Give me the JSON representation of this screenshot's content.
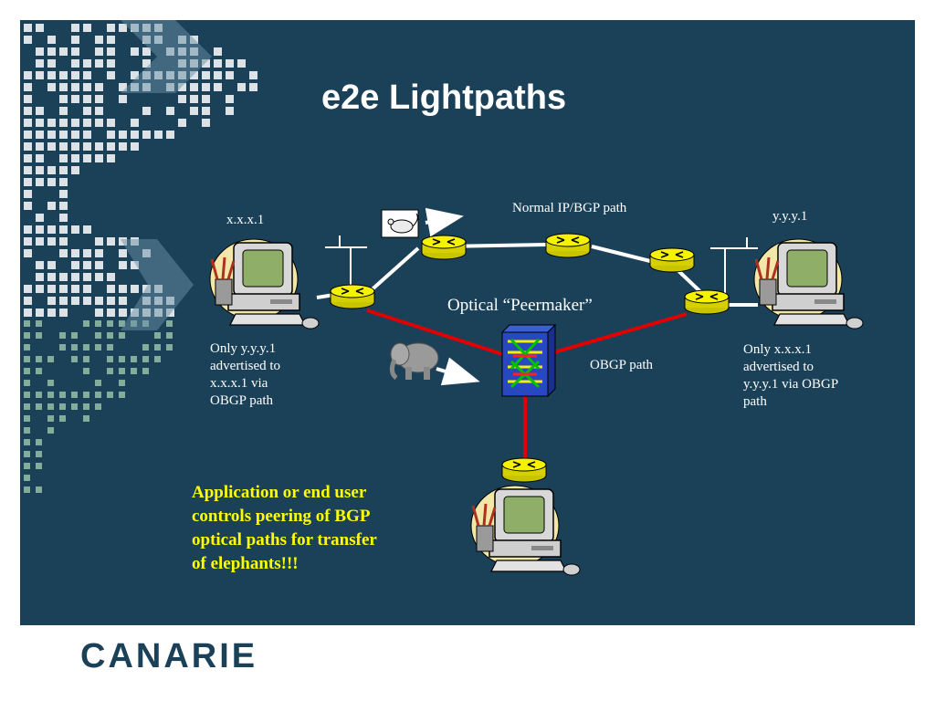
{
  "slide": {
    "title": "e2e Lightpaths",
    "labels": {
      "left_host": "x.x.x.1",
      "right_host": "y.y.y.1",
      "normal_path": "Normal IP/BGP path",
      "peermaker": "Optical “Peermaker”",
      "obgp_path": "OBGP path"
    },
    "left_note": [
      "Only y.y.y.1",
      "advertised to",
      "x.x.x.1 via",
      "OBGP path"
    ],
    "right_note": [
      "Only x.x.x.1",
      "advertised to",
      "y.y.y.1 via OBGP",
      "path"
    ],
    "callout": [
      "Application or end user",
      "controls peering  of BGP",
      "optical paths  for transfer",
      "of elephants!!!"
    ]
  },
  "footer": {
    "logo": "CANARIE"
  },
  "colors": {
    "background": "#1b4159",
    "ip_link": "#ffffff",
    "optical_link": "#e00000",
    "router": "#f5f200",
    "callout": "#ffff00"
  },
  "icons": [
    "router-icon",
    "optical-switch-icon",
    "computer-icon",
    "mouse-animal-icon",
    "elephant-icon",
    "arrow-icon",
    "pixel-pattern-decoration"
  ]
}
